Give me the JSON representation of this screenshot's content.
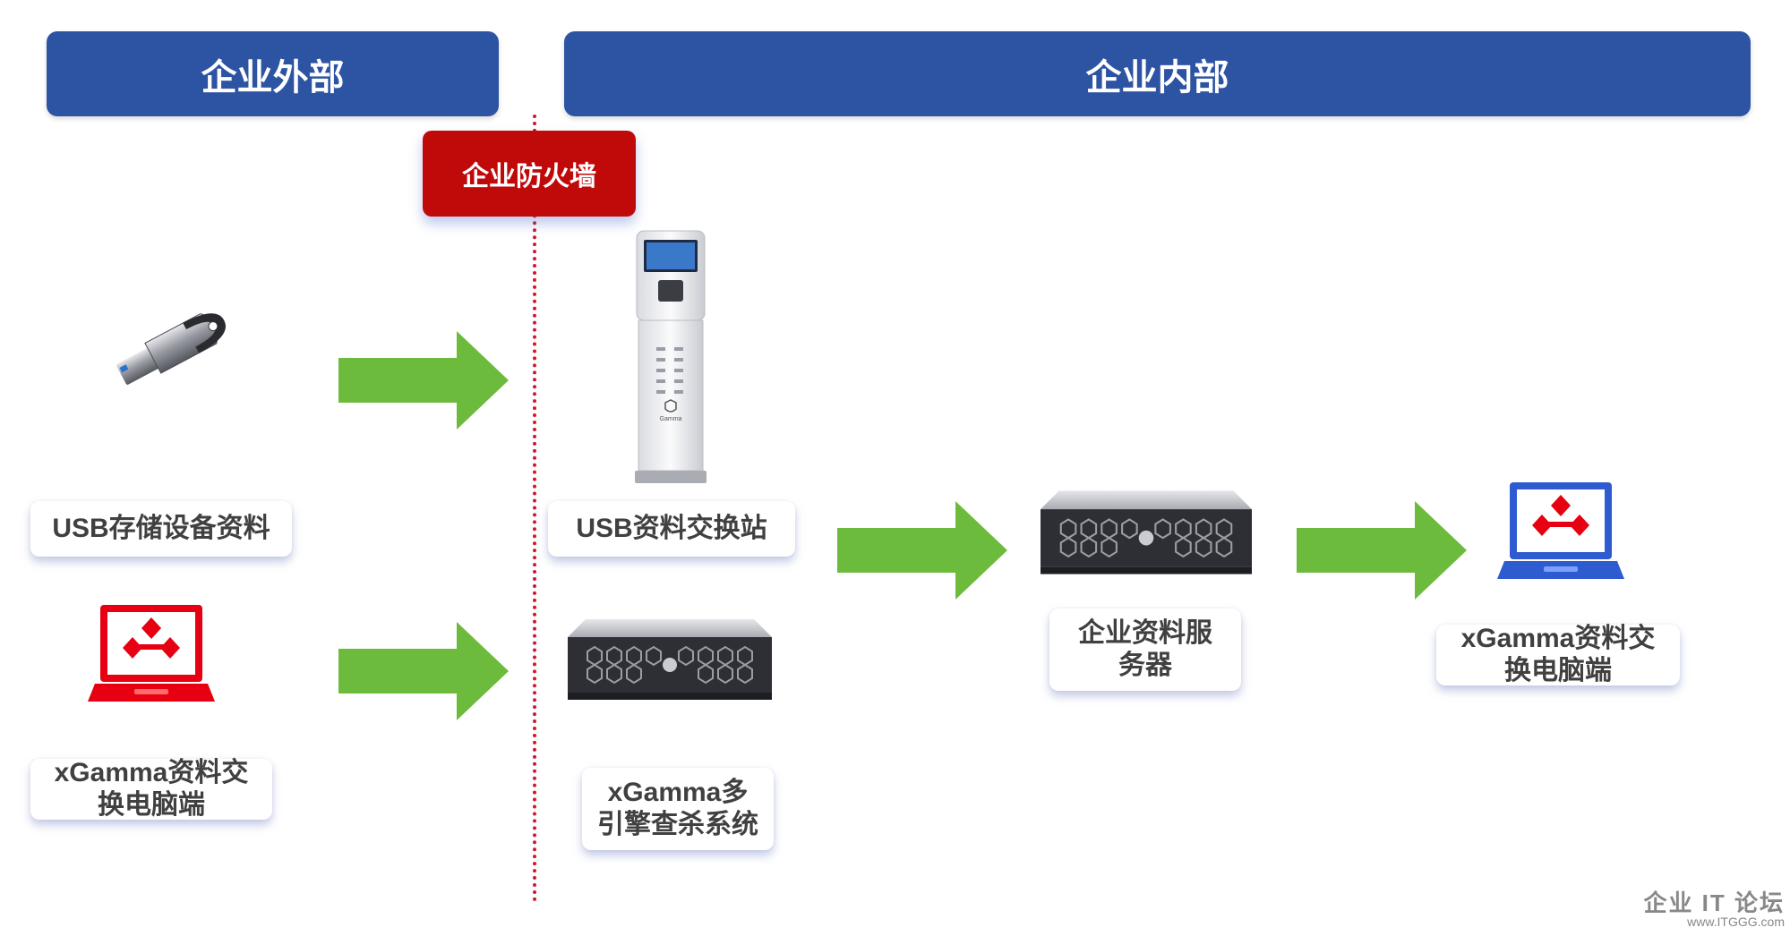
{
  "headers": {
    "outside": "企业外部",
    "inside": "企业内部"
  },
  "firewall": "企业防火墙",
  "nodes": {
    "usb_storage": "USB存储设备资料",
    "usb_kiosk": "USB资料交换站",
    "xgamma_client_outside": "xGamma资料交\n换电脑端",
    "xgamma_multi_engine": "xGamma多\n引擎查杀系统",
    "file_server": "企业资料服\n务器",
    "xgamma_client_inside": "xGamma资料交\n换电脑端"
  },
  "kiosk_logo_text": "Gamma",
  "watermark": {
    "line1": "企业 IT 论坛",
    "line2": "www.ITGGG.com"
  },
  "colors": {
    "header": "#2d53a3",
    "firewall": "#c00a0a",
    "arrow": "#6dbb3c",
    "laptop_outside": "#e60012",
    "laptop_inside": "#2f5bd0",
    "divider": "#d0182a"
  },
  "icons": [
    "usb-flash-drive-icon",
    "kiosk-icon",
    "laptop-icon",
    "rack-server-icon",
    "arrow-right-icon"
  ]
}
